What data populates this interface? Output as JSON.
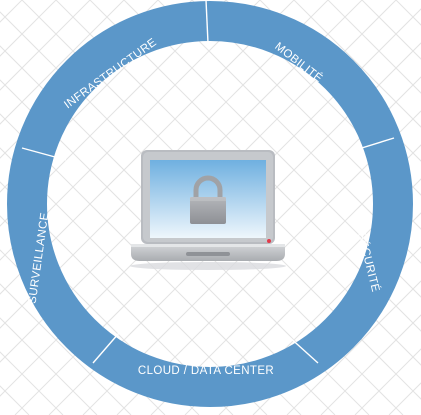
{
  "ring": {
    "segments": [
      {
        "id": "infrastructure",
        "label": "INFRASTRUCTURE"
      },
      {
        "id": "mobilite",
        "label": "MOBILITÉ"
      },
      {
        "id": "securite",
        "label": "SÉCURITÉ"
      },
      {
        "id": "cloud",
        "label": "CLOUD /  DATA CENTER"
      },
      {
        "id": "surveillance",
        "label": "SURVEILLANCE"
      }
    ]
  },
  "center": {
    "icon": "laptop-padlock-icon"
  },
  "colors": {
    "ring": "#5b97c9",
    "divider": "#ffffff",
    "grid": "#e3e3e3",
    "laptop_frame": "#b9bcc1",
    "screen_top": "#6fb0e0",
    "screen_bottom": "#e9f3fb",
    "padlock": "#a0a2a6",
    "led": "#e23a4a"
  }
}
